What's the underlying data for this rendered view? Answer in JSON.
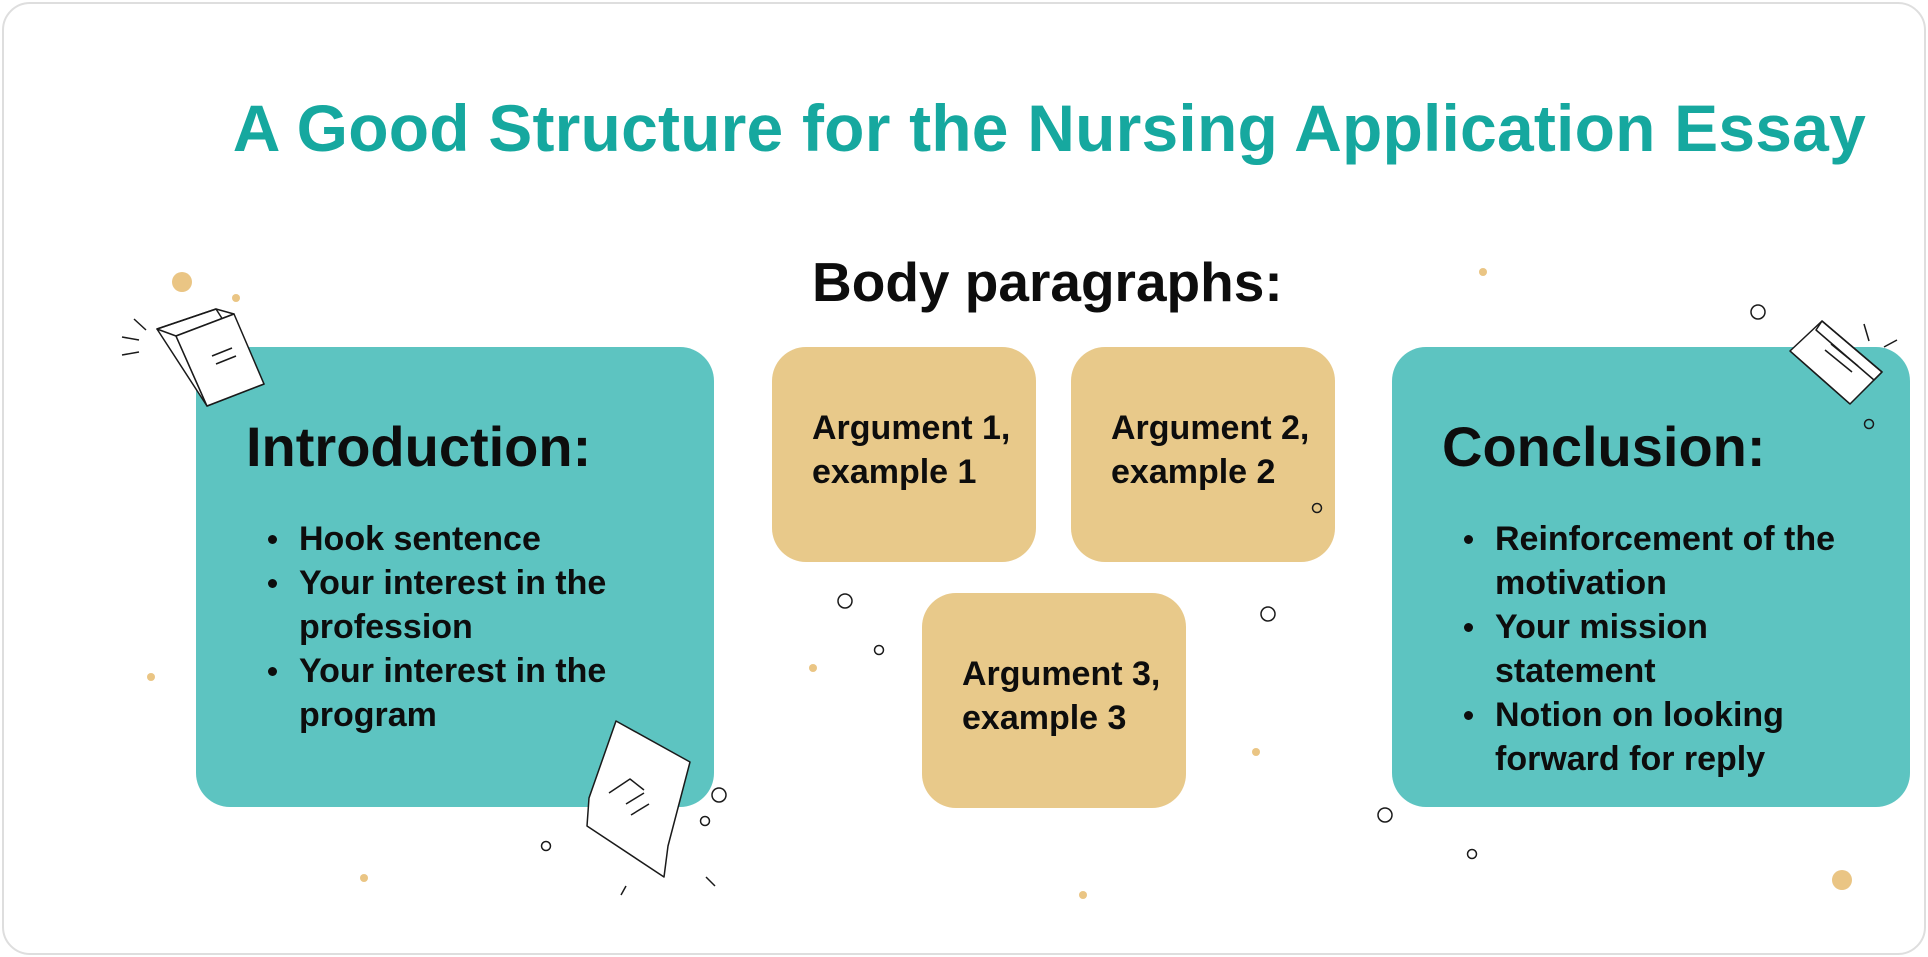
{
  "title": "A Good Structure for the Nursing Application Essay",
  "body_title": "Body paragraphs:",
  "introduction": {
    "heading": "Introduction:",
    "items": [
      "Hook sentence",
      "Your interest in the profession",
      "Your interest in the program"
    ]
  },
  "arguments": [
    {
      "label": "Argument 1,\nexample 1"
    },
    {
      "label": "Argument 2,\nexample 2"
    },
    {
      "label": "Argument 3,\nexample 3"
    }
  ],
  "conclusion": {
    "heading": "Conclusion:",
    "items": [
      "Reinforcement of the motivation",
      "Your mission statement",
      "Notion on looking forward for reply"
    ]
  },
  "colors": {
    "title": "#16a89f",
    "teal_card": "#5dc4c1",
    "sand_card": "#e8c98a",
    "text": "#0d0d0d",
    "dot": "#eac584"
  },
  "icons": [
    "book-icon",
    "envelope-icon",
    "paper-sheet-icon"
  ]
}
